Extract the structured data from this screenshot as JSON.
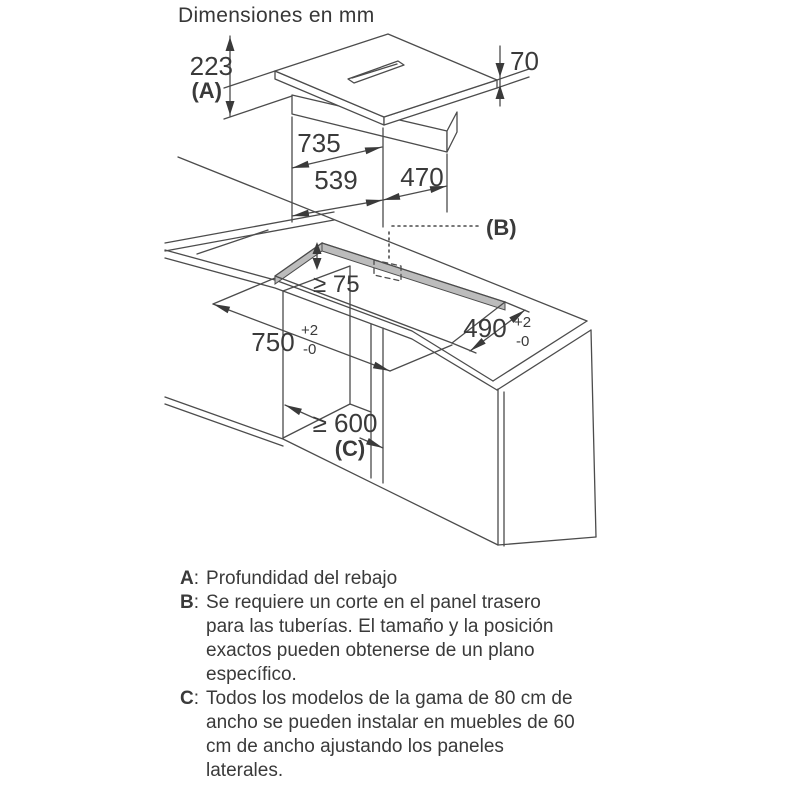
{
  "title": "Dimensiones en mm",
  "top_view": {
    "recess_depth": "223",
    "recess_ref": "(A)",
    "height": "70",
    "body_width": "735",
    "left_width": "539",
    "depth": "470"
  },
  "install_view": {
    "pipe_ref": "(B)",
    "back_clearance": "≥ 75",
    "cutout_width": "750",
    "cutout_width_plus": "+2",
    "cutout_width_minus": "-0",
    "cutout_depth": "490",
    "cutout_depth_plus": "+2",
    "cutout_depth_minus": "-0",
    "cabinet_width": "≥ 600",
    "cabinet_ref": "(C)"
  },
  "legend": {
    "items": [
      {
        "key": "A",
        "sep": ":",
        "text": "Profundidad del rebajo"
      },
      {
        "key": "B",
        "sep": ":",
        "text": "Se requiere un corte en el panel trasero para las tuberías. El tamaño y la posición exactos pueden obtenerse de un plano específico."
      },
      {
        "key": "C",
        "sep": ":",
        "text": "Todos los modelos de la gama de 80 cm de ancho se pueden instalar en muebles de 60 cm de ancho ajustando los paneles laterales."
      }
    ]
  }
}
